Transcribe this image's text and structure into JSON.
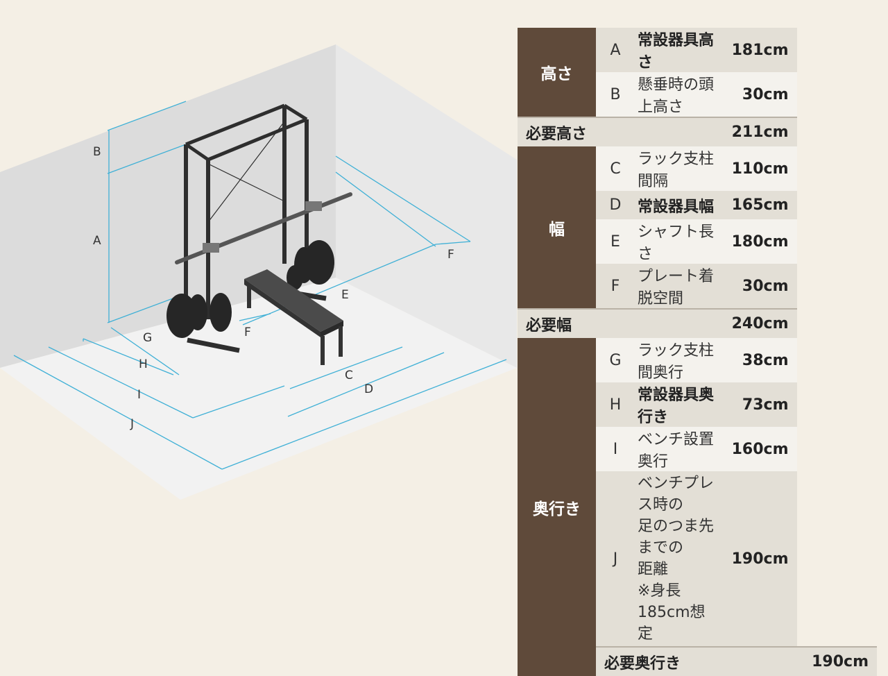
{
  "colors": {
    "background": "#f4efe5",
    "category": "#5f4a3a",
    "dimension_line": "#3fb0d6",
    "frame": "#2e2e2e"
  },
  "diagram": {
    "labels": {
      "A": "A",
      "B": "B",
      "C": "C",
      "D": "D",
      "E": "E",
      "F": "F",
      "F2": "F",
      "G": "G",
      "H": "H",
      "I": "I",
      "J": "J"
    }
  },
  "table": {
    "height": {
      "category": "高さ",
      "rows": [
        {
          "code": "A",
          "label": "常設器具高さ",
          "value": "181cm"
        },
        {
          "code": "B",
          "label": "懸垂時の頭上高さ",
          "value": "30cm"
        }
      ],
      "total_label": "必要高さ",
      "total_value": "211cm"
    },
    "width": {
      "category": "幅",
      "rows": [
        {
          "code": "C",
          "label": "ラック支柱間隔",
          "value": "110cm"
        },
        {
          "code": "D",
          "label": "常設器具幅",
          "value": "165cm"
        },
        {
          "code": "E",
          "label": "シャフト長さ",
          "value": "180cm"
        },
        {
          "code": "F",
          "label": "プレート着脱空間",
          "value": "30cm"
        }
      ],
      "total_label": "必要幅",
      "total_value": "240cm"
    },
    "depth": {
      "category": "奥行き",
      "rows": [
        {
          "code": "G",
          "label": "ラック支柱間奥行",
          "value": "38cm"
        },
        {
          "code": "H",
          "label": "常設器具奥行き",
          "value": "73cm"
        },
        {
          "code": "I",
          "label": "ベンチ設置奥行",
          "value": "160cm"
        },
        {
          "code": "J",
          "label_lines": [
            "ベンチプレス時の",
            "足のつま先までの",
            "距離",
            "※身長185cm想定"
          ],
          "value": "190cm"
        }
      ],
      "total_label": "必要奥行き",
      "total_value": "190cm"
    }
  }
}
